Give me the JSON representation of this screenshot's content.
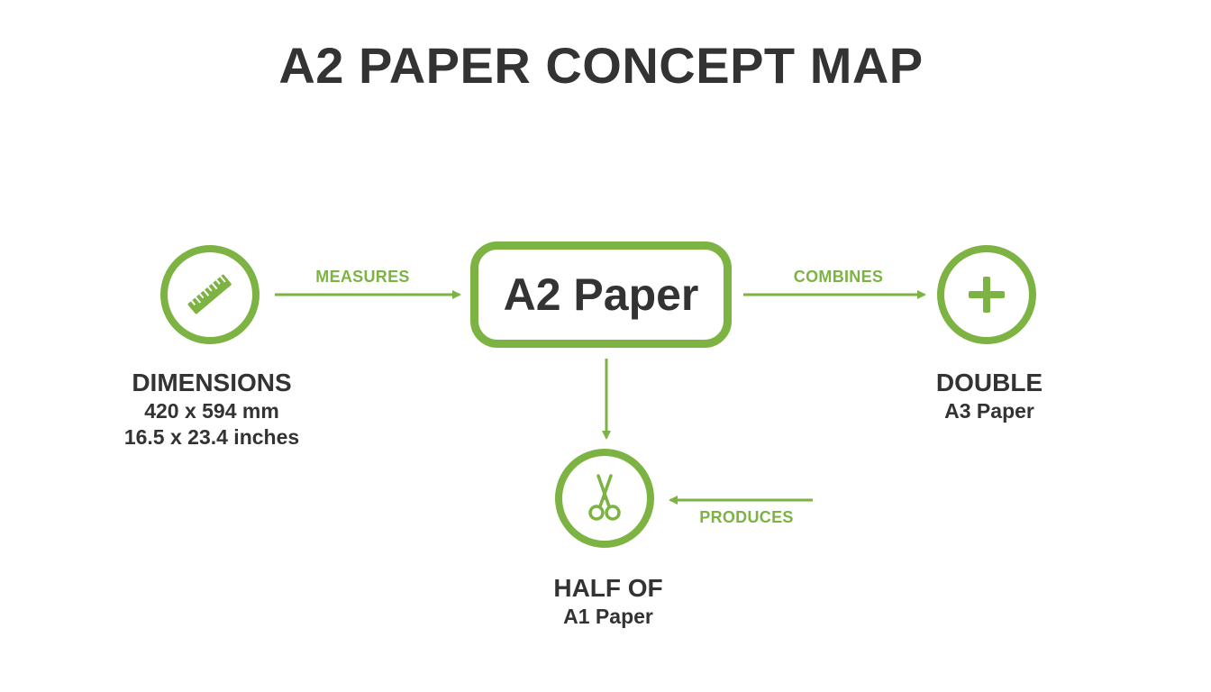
{
  "title": "A2 PAPER CONCEPT MAP",
  "accent_color": "#7cb342",
  "text_color": "#333333",
  "central_node": {
    "label": "A2 Paper"
  },
  "nodes": {
    "dimensions": {
      "icon": "ruler-icon",
      "title": "DIMENSIONS",
      "line1": "420 x 594 mm",
      "line2": "16.5 x 23.4 inches"
    },
    "double": {
      "icon": "plus-icon",
      "title": "DOUBLE",
      "line1": "A3 Paper"
    },
    "half_of": {
      "icon": "scissors-icon",
      "title": "HALF OF",
      "line1": "A1 Paper"
    }
  },
  "edges": {
    "measures": "MEASURES",
    "combines": "COMBINES",
    "produces": "PRODUCES"
  }
}
